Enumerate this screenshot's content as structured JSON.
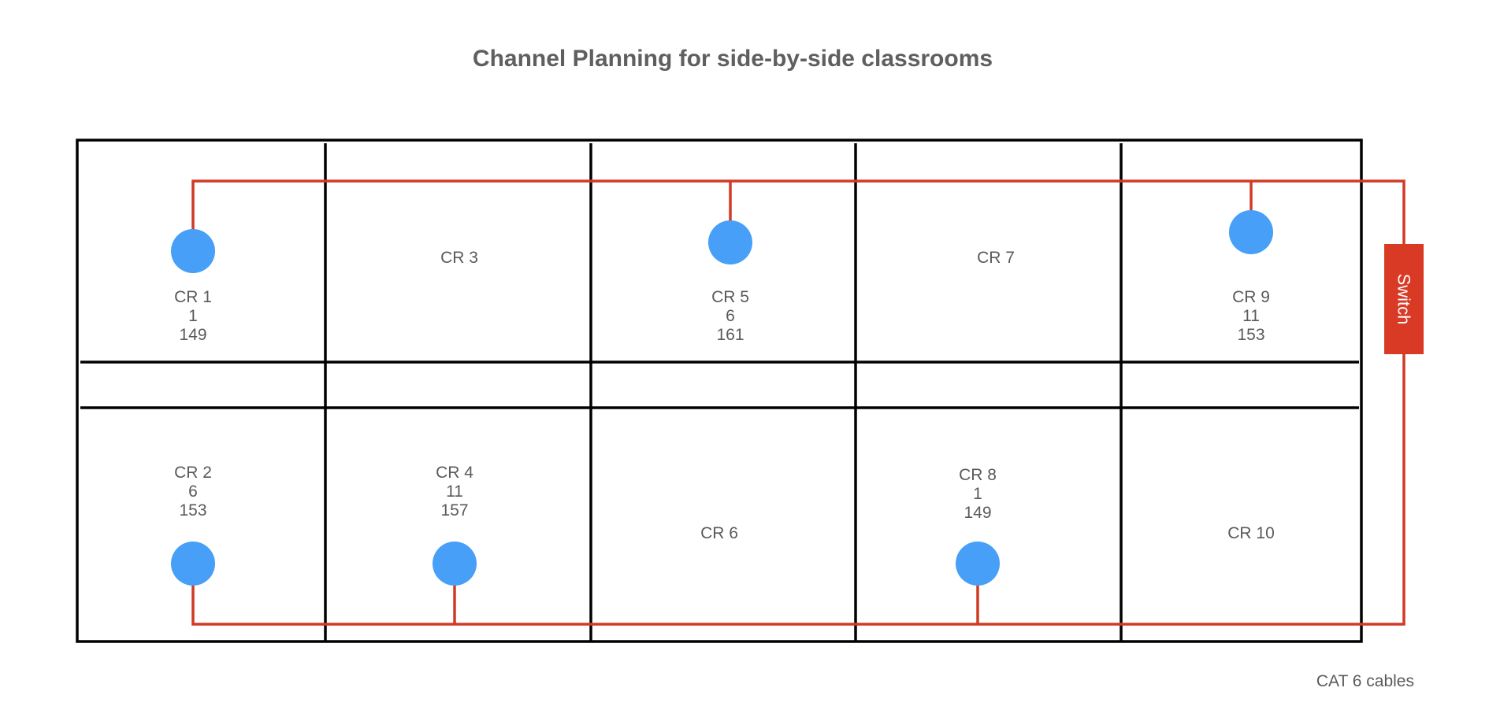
{
  "title": "Channel Planning for side-by-side classrooms",
  "switch": {
    "label": "Switch"
  },
  "note": "CAT 6 cables",
  "colors": {
    "access_point": "#479ff8",
    "cable": "#d13a25",
    "switch": "#d93a26",
    "wall": "#000000",
    "text": "#5a5a5a"
  },
  "rooms": [
    {
      "name": "CR 1",
      "channel_24": "1",
      "channel_5": "149",
      "has_ap": true
    },
    {
      "name": "CR 2",
      "channel_24": "6",
      "channel_5": "153",
      "has_ap": true
    },
    {
      "name": "CR 3",
      "has_ap": false
    },
    {
      "name": "CR 4",
      "channel_24": "11",
      "channel_5": "157",
      "has_ap": true
    },
    {
      "name": "CR 5",
      "channel_24": "6",
      "channel_5": "161",
      "has_ap": true
    },
    {
      "name": "CR 6",
      "has_ap": false
    },
    {
      "name": "CR 7",
      "has_ap": false
    },
    {
      "name": "CR 8",
      "channel_24": "1",
      "channel_5": "149",
      "has_ap": true
    },
    {
      "name": "CR 9",
      "channel_24": "11",
      "channel_5": "153",
      "has_ap": true
    },
    {
      "name": "CR 10",
      "has_ap": false
    }
  ]
}
